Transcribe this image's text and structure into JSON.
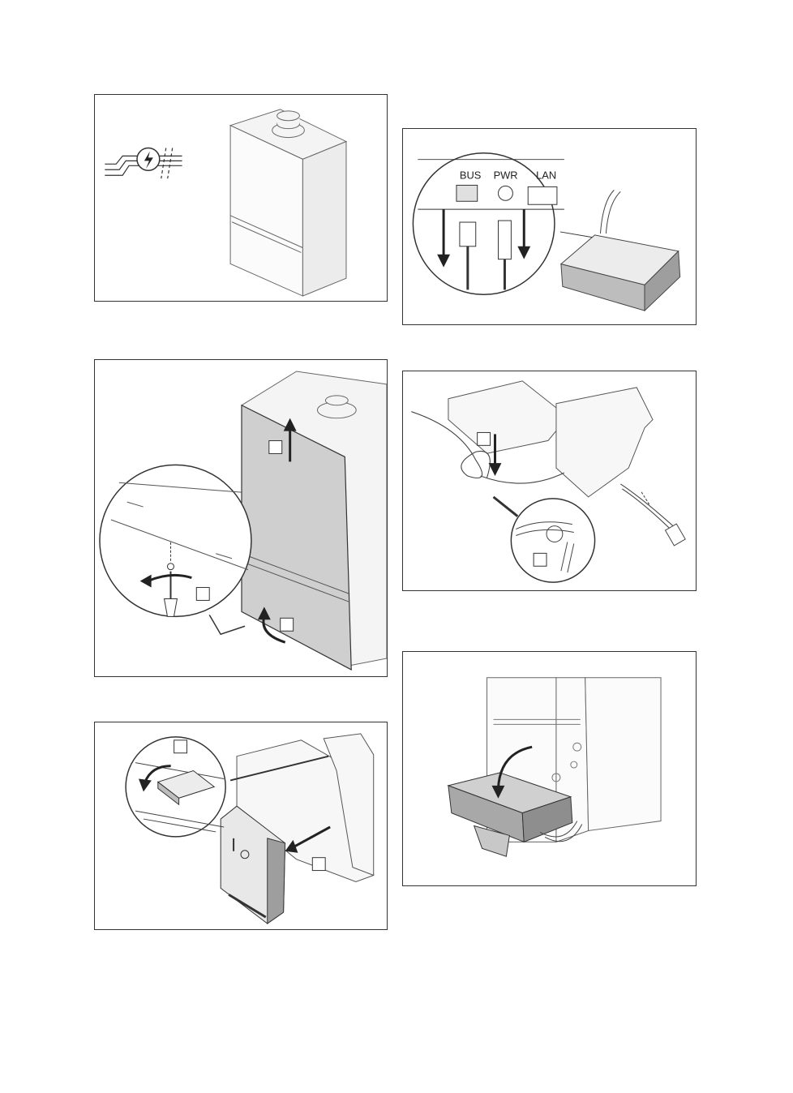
{
  "panels": {
    "p1": {
      "step_labels": []
    },
    "p2": {
      "port_bus": "BUS",
      "port_pwr": "PWR",
      "port_lan": "LAN"
    },
    "p3": {
      "step_labels": [
        "",
        "",
        ""
      ]
    },
    "p4": {
      "step_labels": [
        "",
        ""
      ]
    },
    "p5": {
      "step_labels": [
        "",
        ""
      ]
    },
    "p6": {
      "step_labels": []
    }
  },
  "colors": {
    "stroke": "#333333",
    "panel_fill": "#d6d6d6",
    "body_fill": "#f4f4f4"
  }
}
